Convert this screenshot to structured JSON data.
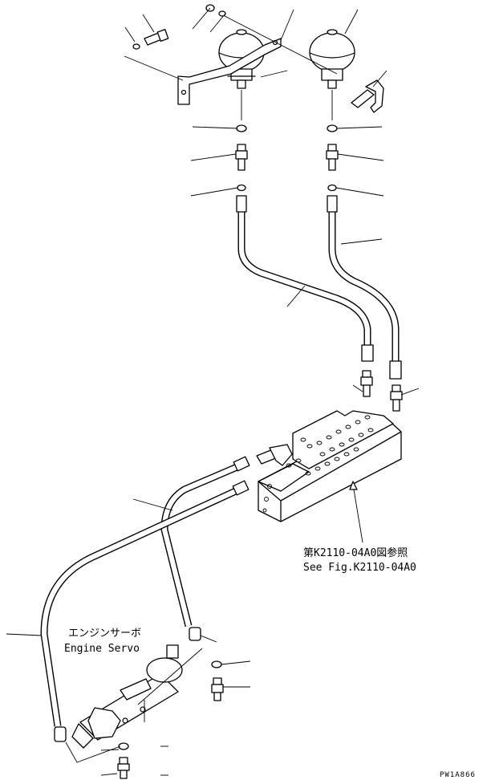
{
  "labels": {
    "fig_reference_jp": "第K2110-04A0図参照",
    "fig_reference_en": "See Fig.K2110-04A0",
    "engine_servo_jp": "エンジンサーボ",
    "engine_servo_en": "Engine Servo",
    "drawing_code": "PW1A866"
  }
}
